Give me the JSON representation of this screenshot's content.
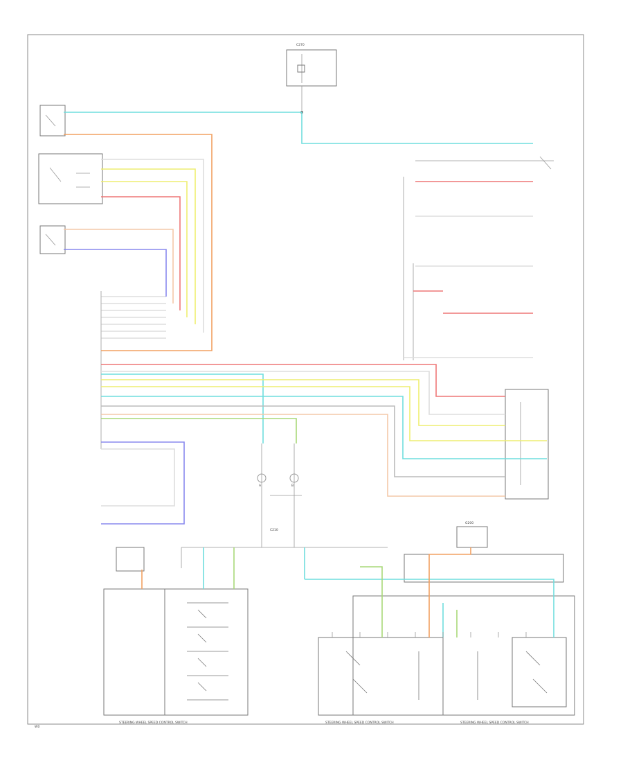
{
  "colors": {
    "lt_blue": "#6fdede",
    "orange": "#f2a060",
    "yellow": "#eeee70",
    "violet": "#8888ee",
    "pink": "#ee7777",
    "green": "#a8d878",
    "gray": "#bbbbbb",
    "frame": "#888888"
  },
  "labels": {
    "corner_ref": "W0",
    "module_bottom_left": "STEERING WHEEL SPEED CONTROL SWITCH",
    "module_bottom_mid": "STEERING WHEEL SPEED CONTROL SWITCH",
    "module_bottom_right": "STEERING WHEEL SPEED CONTROL SWITCH",
    "connector_top": "C270",
    "connector_mid": "C210",
    "pin_a": "A",
    "pin_b": "B",
    "ground_label": "G200"
  }
}
